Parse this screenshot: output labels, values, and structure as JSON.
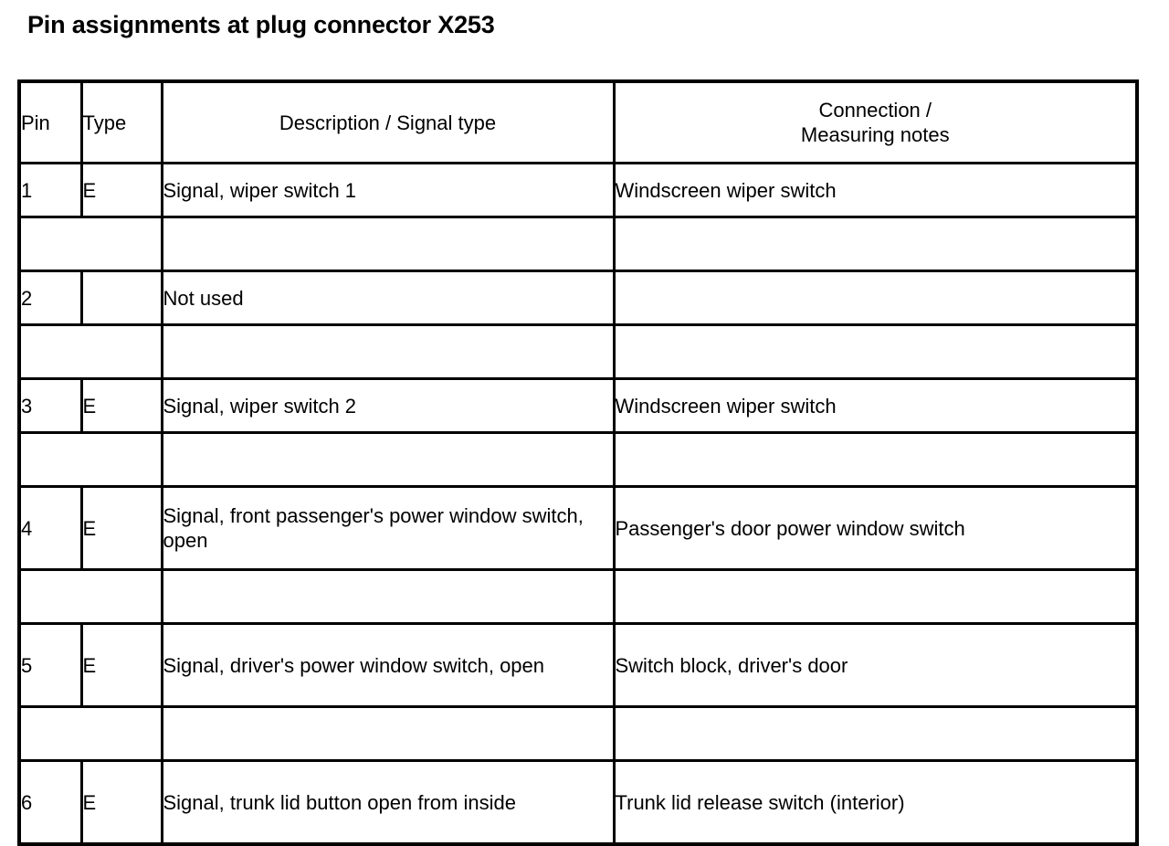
{
  "page_title": "Pin assignments at plug connector X253",
  "table": {
    "headers": {
      "pin": "Pin",
      "type": "Type",
      "description": "Description / Signal type",
      "connection_line1": "Connection /",
      "connection_line2": "Measuring notes"
    },
    "rows": [
      {
        "pin": "1",
        "type": "E",
        "description": "Signal, wiper switch 1",
        "connection": "Windscreen wiper switch",
        "tall": false
      },
      {
        "pin": "2",
        "type": "",
        "description": "Not used",
        "connection": "",
        "tall": false
      },
      {
        "pin": "3",
        "type": "E",
        "description": "Signal, wiper switch 2",
        "connection": "Windscreen wiper switch",
        "tall": false
      },
      {
        "pin": "4",
        "type": "E",
        "description": "Signal, front passenger's power window switch, open",
        "connection": "Passenger's door power window switch",
        "tall": true
      },
      {
        "pin": "5",
        "type": "E",
        "description": "Signal, driver's power window switch, open",
        "connection": "Switch block, driver's door",
        "tall": true
      },
      {
        "pin": "6",
        "type": "E",
        "description": "Signal, trunk lid button open from inside",
        "connection": "Trunk lid release switch (interior)",
        "tall": true
      }
    ],
    "spacer": {
      "pin_type": "",
      "description": "",
      "connection": ""
    }
  },
  "colors": {
    "border": "#000000",
    "text": "#000000",
    "background": "#ffffff"
  }
}
